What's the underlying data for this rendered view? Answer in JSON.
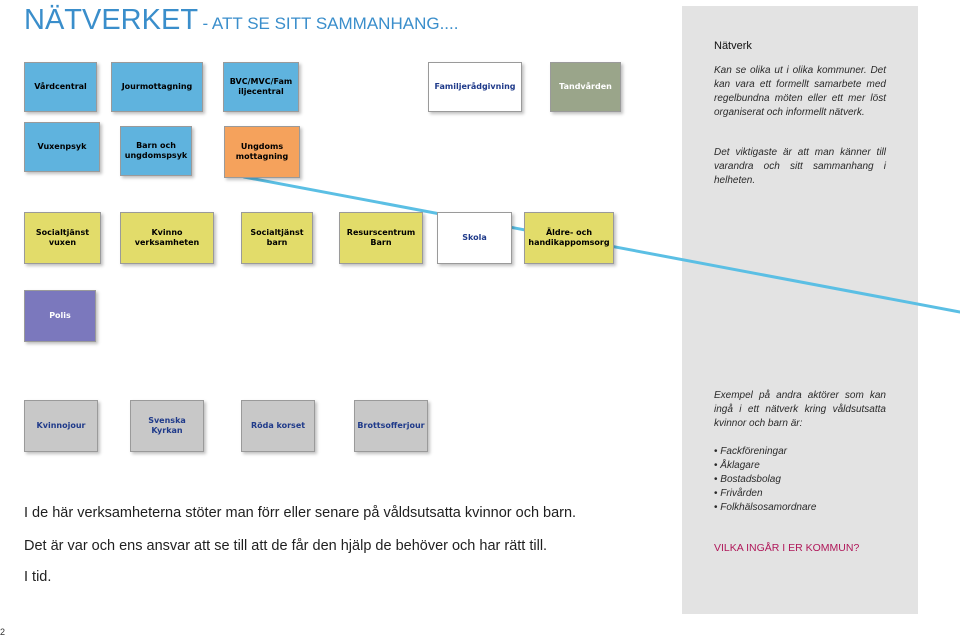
{
  "title": {
    "main": "NÄTVERKET",
    "sub": "- ATT SE SITT SAMMANHANG...."
  },
  "network_boxes": {
    "row1": [
      "Vårdcentral",
      "Jourmottagning",
      "BVC/MVC/Fam\niljecentral",
      "Familjerådgivning",
      "Tandvården"
    ],
    "row2": [
      "Vuxenpsyk",
      "Barn och\nungdomspsyk",
      "Ungdoms\nmottagning"
    ],
    "row3": [
      "Socialtjänst\nvuxen",
      "Kvinno\nverksamheten",
      "Socialtjänst\nbarn",
      "Resurscentrum\nBarn",
      "Skola",
      "Äldre- och\nhandikappomsorg"
    ],
    "row4": [
      "Polis"
    ],
    "row5": [
      "Kvinnojour",
      "Svenska\nKyrkan",
      "Röda korset",
      "Brottsofferjour"
    ]
  },
  "colors": {
    "title": "#3a8ecb",
    "blue_box": "#5fb3de",
    "orange_box": "#f5a25c",
    "white_box": "#ffffff",
    "green_box": "#9aa58a",
    "yellow_box": "#e2dc6a",
    "purple_box": "#7b78bd",
    "grey_box": "#c8c8c8",
    "connector_line": "#5bbfe4",
    "panel_bg": "#e3e3e3",
    "question": "#b0185a"
  },
  "panel": {
    "heading": "Nätverk",
    "paragraph1": "Kan se olika ut i olika kommuner. Det kan vara ett formellt samarbete med regelbundna möten eller ett mer löst organiserat och informellt nätverk.",
    "paragraph2": "Det viktigaste är att man känner till varandra och sitt sammanhang i helheten.",
    "examples_intro": "Exempel på andra aktörer som kan ingå i ett nätverk kring våldsutsatta kvinnor och barn är:",
    "examples": [
      "Fackföreningar",
      "Åklagare",
      "Bostadsbolag",
      "Frivården",
      "Folkhälsosamordnare"
    ],
    "question": "VILKA INGÅR I ER KOMMUN?"
  },
  "body": {
    "line1": "I de här verksamheterna stöter man förr eller senare på våldsutsatta kvinnor och barn.",
    "line2": "Det är var och ens ansvar att se till att de får den hjälp de behöver och har rätt till.",
    "line3": "I tid."
  },
  "page_number": "2"
}
